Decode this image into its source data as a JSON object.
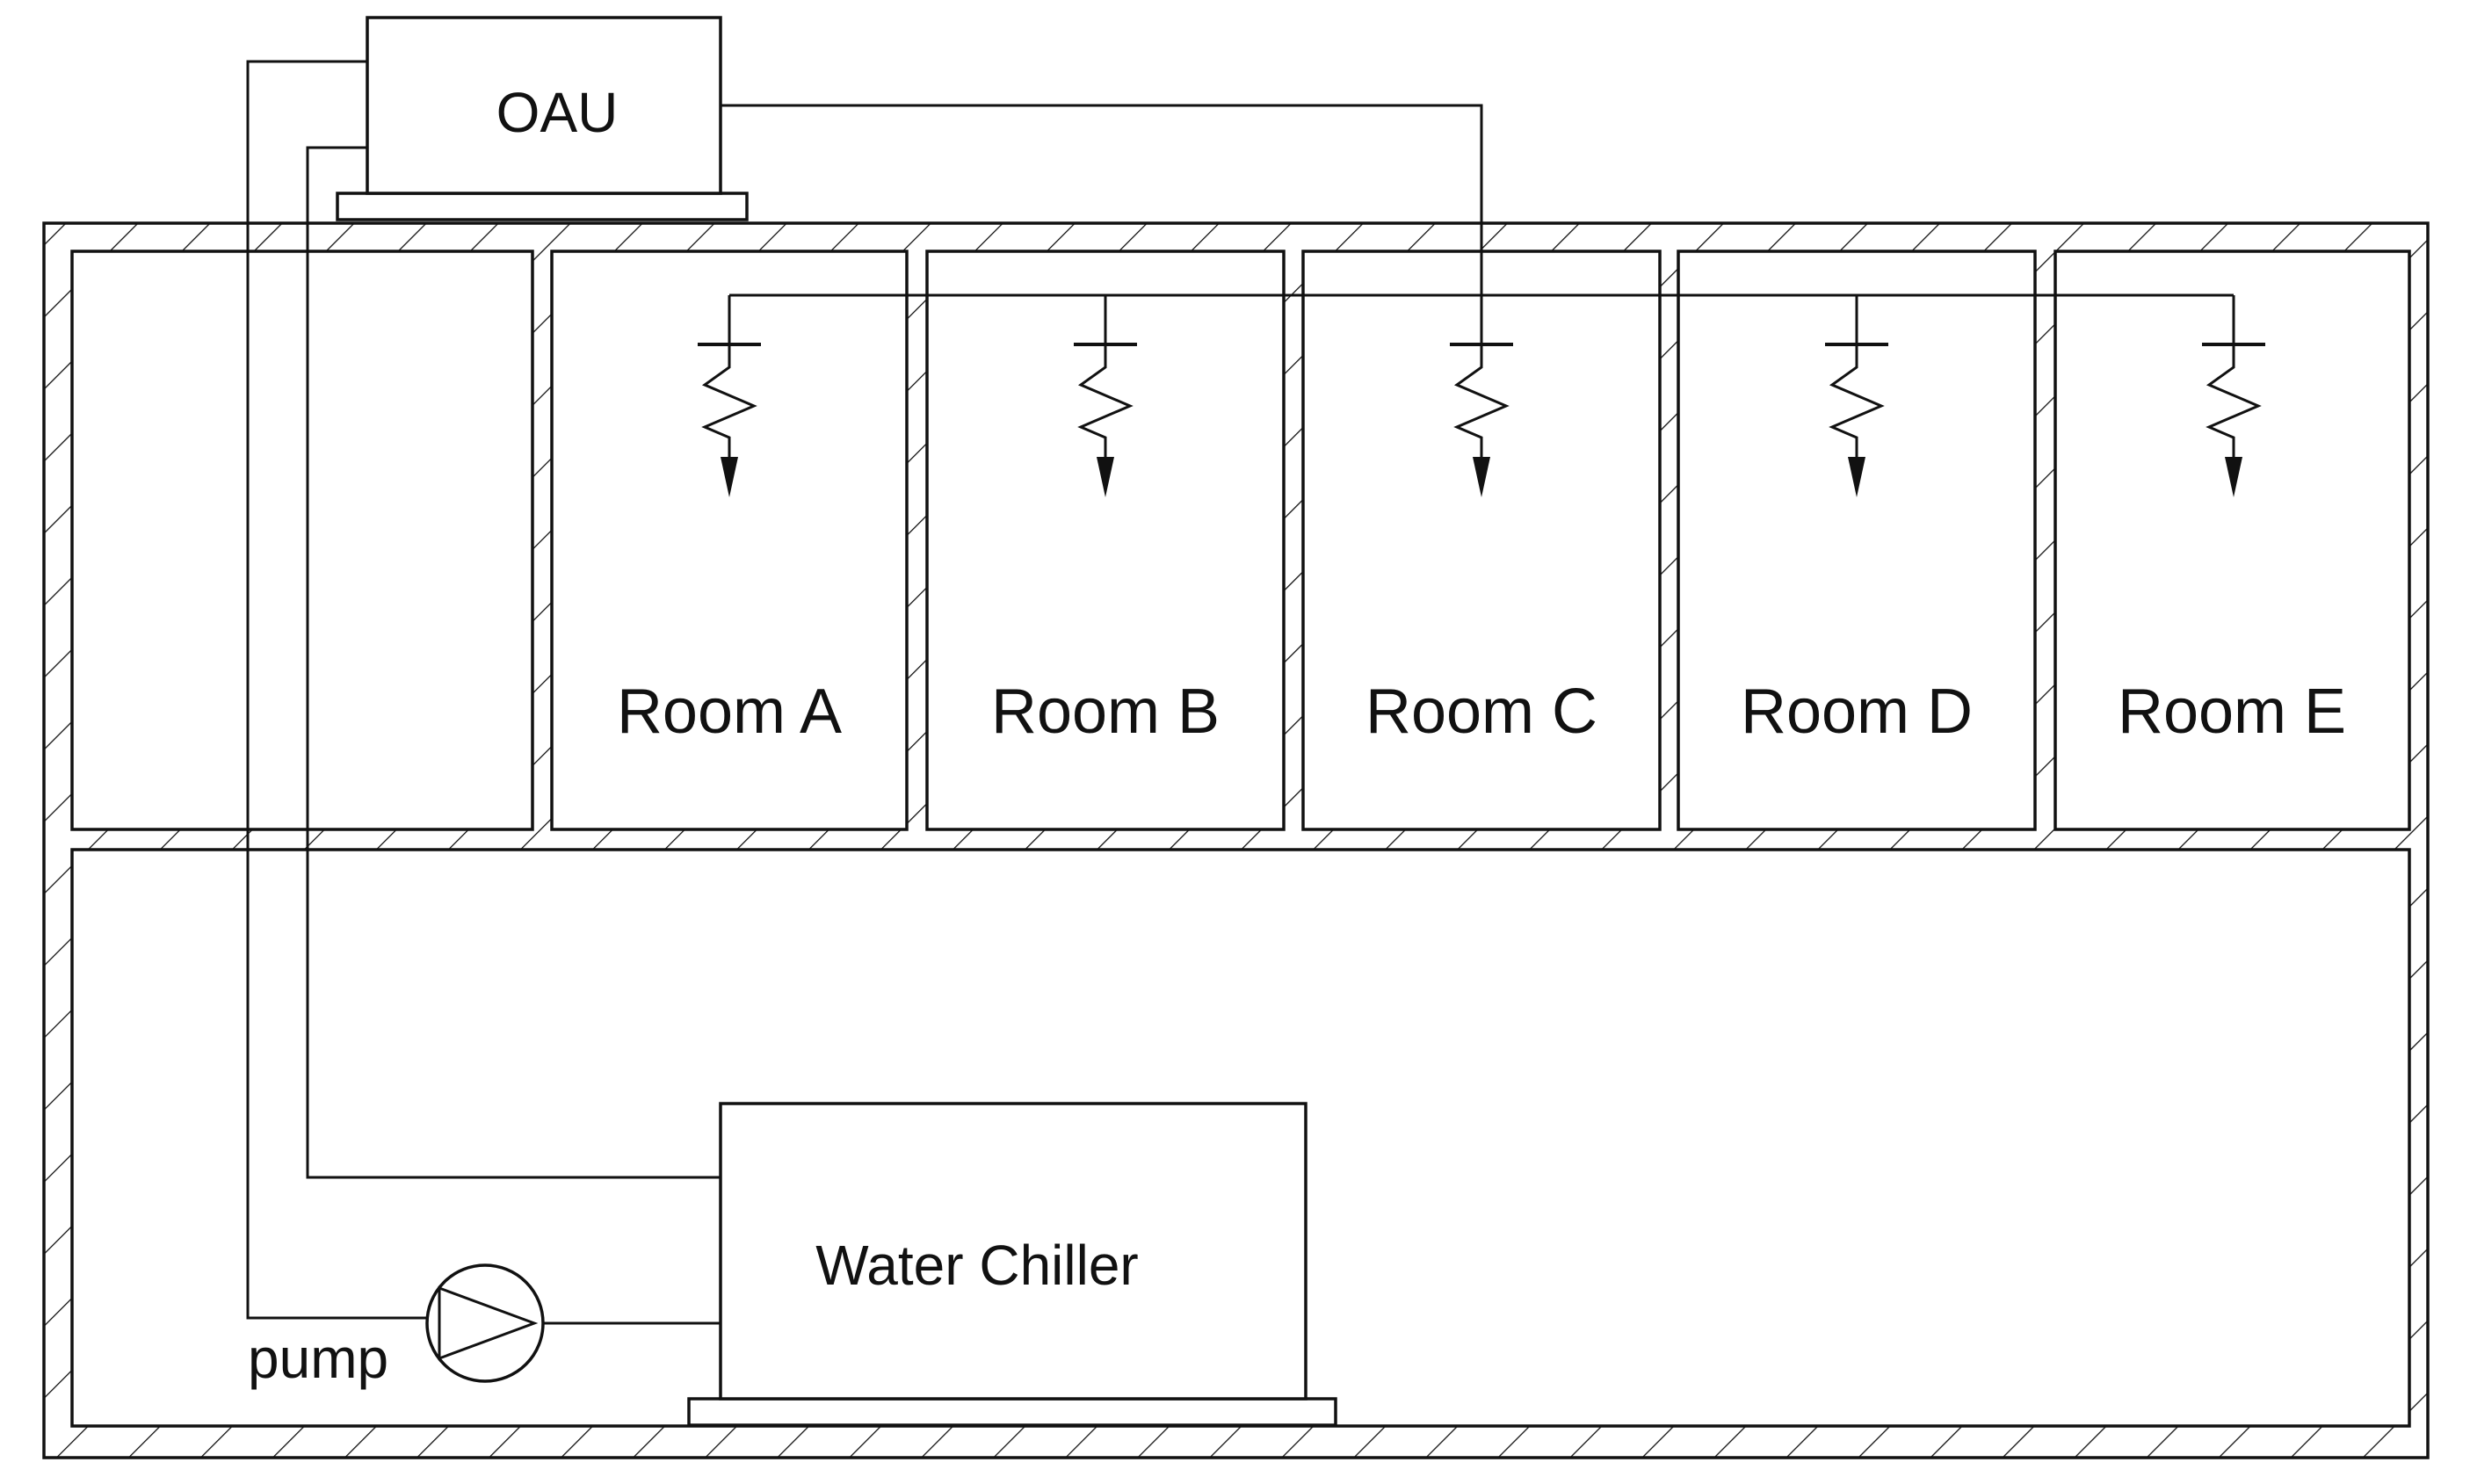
{
  "diagram": {
    "rooms": [
      {
        "label": "Room A"
      },
      {
        "label": "Room B"
      },
      {
        "label": "Room C"
      },
      {
        "label": "Room D"
      },
      {
        "label": "Room E"
      }
    ],
    "oau_label": "OAU",
    "chiller_label": "Water Chiller",
    "pump_label": "pump"
  }
}
